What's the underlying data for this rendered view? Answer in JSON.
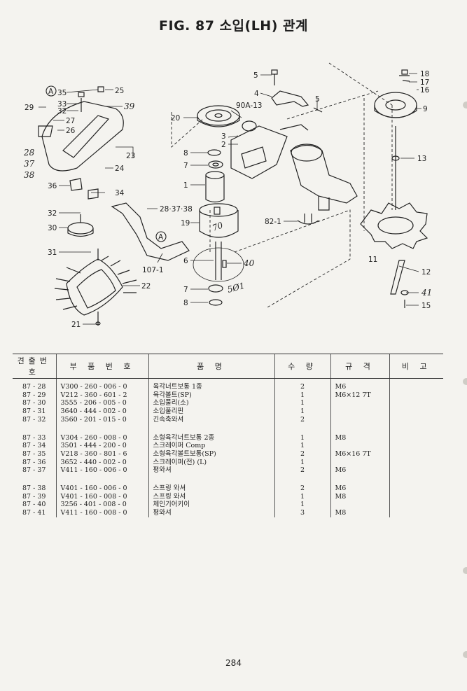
{
  "title": "FIG. 87 소입(LH) 관계",
  "diagram": {
    "callouts": [
      "5",
      "4",
      "5",
      "90A-13",
      "3",
      "2",
      "20",
      "8",
      "7",
      "1",
      "19",
      "6",
      "40",
      "7",
      "8",
      "82-1",
      "18",
      "17",
      "16",
      "9",
      "13",
      "11",
      "12",
      "41",
      "15",
      "35",
      "25",
      "33",
      "32",
      "39",
      "29",
      "27",
      "26",
      "23",
      "28",
      "37",
      "38",
      "24",
      "36",
      "34",
      "32",
      "30",
      "31",
      "22",
      "21",
      "28·37·38",
      "107-1"
    ],
    "circled_marks": [
      "A",
      "A"
    ],
    "handwritten": [
      "4Ø",
      "5Ø1",
      "70"
    ]
  },
  "table": {
    "headers": [
      "견출번호",
      "부 품 번 호",
      "품 명",
      "수 량",
      "규 격",
      "비 고"
    ],
    "groups": [
      [
        {
          "no": "87 - 28",
          "part": "V300 - 260 - 006 - 0",
          "name": "육각너트보통 1종",
          "qty": "2",
          "spec": "M6",
          "note": ""
        },
        {
          "no": "87 - 29",
          "part": "V212 - 360 - 601 - 2",
          "name": "육각볼트(SP)",
          "qty": "1",
          "spec": "M6×12 7T",
          "note": ""
        },
        {
          "no": "87 - 30",
          "part": "3555 - 206 - 005 - 0",
          "name": "소입풀리(소)",
          "qty": "1",
          "spec": "",
          "note": ""
        },
        {
          "no": "87 - 31",
          "part": "3640 - 444 - 002 - 0",
          "name": "소입풀리핀",
          "qty": "1",
          "spec": "",
          "note": ""
        },
        {
          "no": "87 - 32",
          "part": "3560 - 201 - 015 - 0",
          "name": "긴속축와셔",
          "qty": "2",
          "spec": "",
          "note": ""
        }
      ],
      [
        {
          "no": "87 - 33",
          "part": "V304 - 260 - 008 - 0",
          "name": "소형육각너트보통 2종",
          "qty": "1",
          "spec": "M8",
          "note": ""
        },
        {
          "no": "87 - 34",
          "part": "3501 - 444 - 200 - 0",
          "name": "스크레이퍼 Comp",
          "qty": "1",
          "spec": "",
          "note": ""
        },
        {
          "no": "87 - 35",
          "part": "V218 - 360 - 801 - 6",
          "name": "소형육각볼트보통(SP)",
          "qty": "2",
          "spec": "M6×16 7T",
          "note": ""
        },
        {
          "no": "87 - 36",
          "part": "3652 - 440 - 002 - 0",
          "name": "스크레이퍼(전) (L)",
          "qty": "1",
          "spec": "",
          "note": ""
        },
        {
          "no": "87 - 37",
          "part": "V411 - 160 - 006 - 0",
          "name": "평와셔",
          "qty": "2",
          "spec": "M6",
          "note": ""
        }
      ],
      [
        {
          "no": "87 - 38",
          "part": "V401 - 160 - 006 - 0",
          "name": "스프링 와셔",
          "qty": "2",
          "spec": "M6",
          "note": ""
        },
        {
          "no": "87 - 39",
          "part": "V401 - 160 - 008 - 0",
          "name": "스프링 와셔",
          "qty": "1",
          "spec": "M8",
          "note": ""
        },
        {
          "no": "87 - 40",
          "part": "3256 - 401 - 008 - 0",
          "name": "체인기어키이",
          "qty": "1",
          "spec": "",
          "note": ""
        },
        {
          "no": "87 - 41",
          "part": "V411 - 160 - 008 - 0",
          "name": "평와셔",
          "qty": "3",
          "spec": "M8",
          "note": ""
        }
      ]
    ]
  },
  "page_number": "284"
}
